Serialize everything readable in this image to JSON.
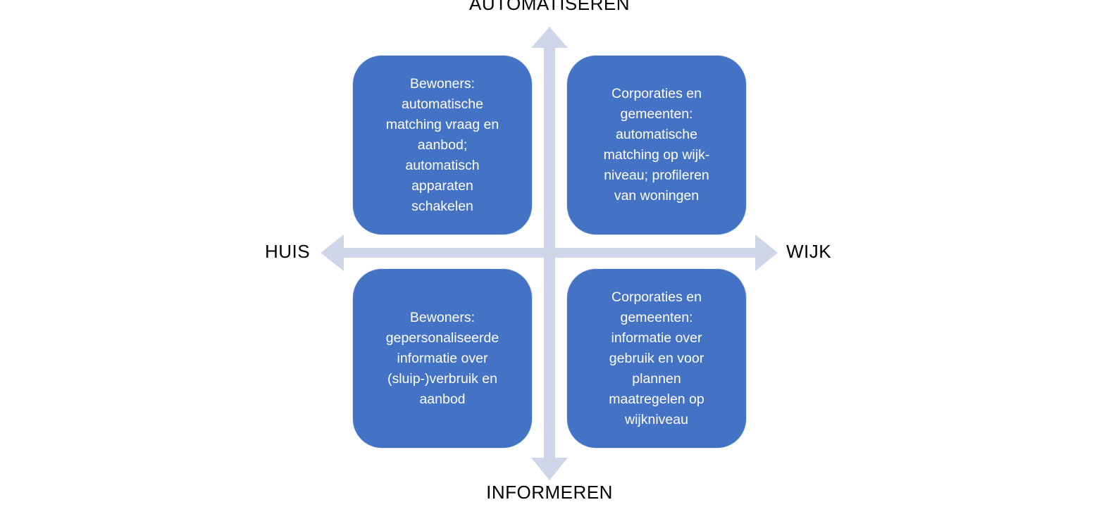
{
  "axes": {
    "top": "AUTOMATISEREN",
    "bottom": "INFORMEREN",
    "left": "HUIS",
    "right": "WIJK"
  },
  "quadrants": {
    "top_left": "Bewoners:\nautomatische\nmatching vraag en\naanbod;\nautomatisch\napparaten\nschakelen",
    "top_right": "Corporaties en\ngemeenten:\nautomatische\nmatching op wijk-\nniveau; profileren\nvan woningen",
    "bottom_left": "Bewoners:\ngepersonaliseerde\ninformatie over\n(sluip-)verbruik en\naanbod",
    "bottom_right": "Corporaties en\ngemeenten:\ninformatie over\ngebruik en voor\nplannen\nmaatregelen op\nwijkniveau"
  },
  "colors": {
    "box": "#4472c4",
    "arrow": "#cfd6ea"
  }
}
